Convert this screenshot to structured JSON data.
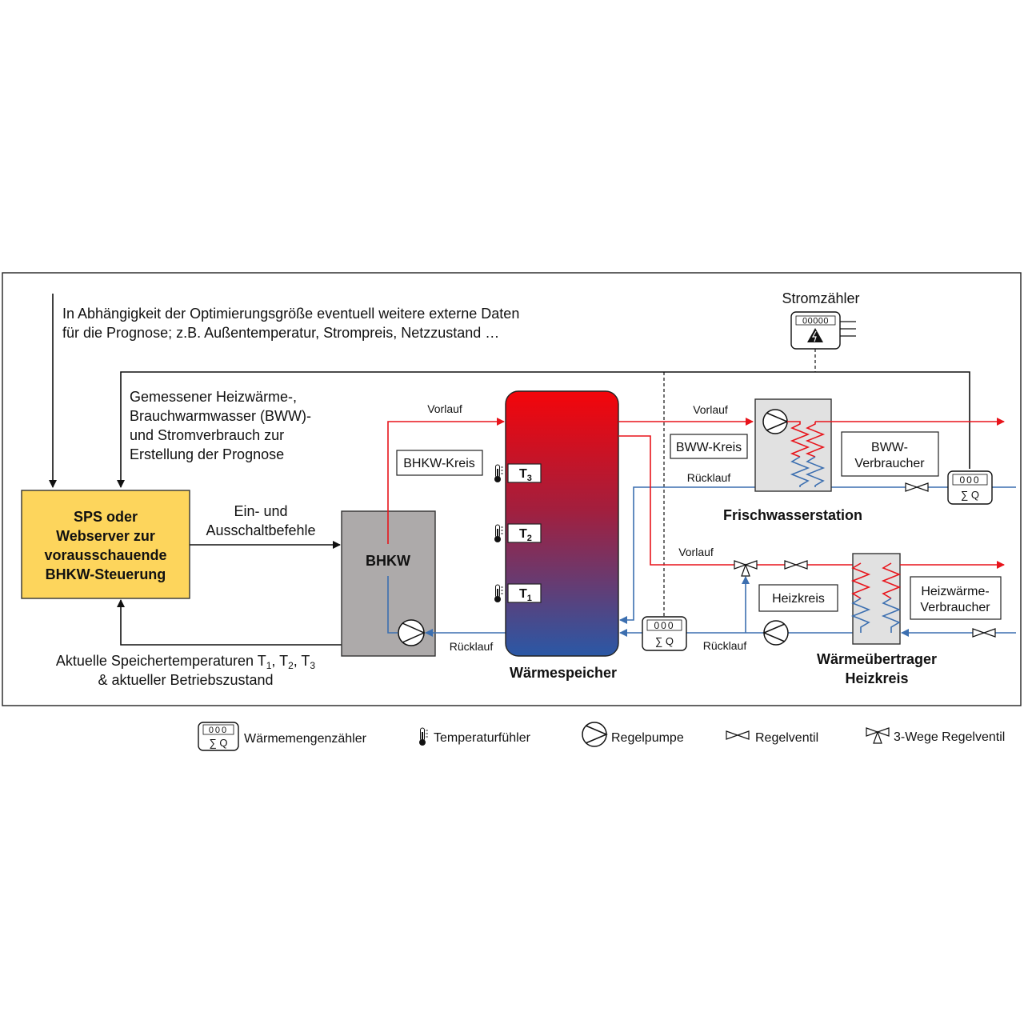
{
  "diagram": {
    "external_data_line1": "In Abhängigkeit der Optimierungsgröße eventuell weitere externe Daten",
    "external_data_line2": "für die Prognose; z.B. Außentemperatur, Strompreis, Netzzustand …",
    "measured_line1": "Gemessener Heizwärme-,",
    "measured_line2": "Brauchwarmwasser (BWW)-",
    "measured_line3": "und Stromverbrauch zur",
    "measured_line4": "Erstellung der Prognose",
    "controller_line1": "SPS oder",
    "controller_line2": "Webserver zur",
    "controller_line3": "vorausschauende",
    "controller_line4": "BHKW-Steuerung",
    "command_line1": "Ein- und",
    "command_line2": "Ausschaltbefehle",
    "bhkw_label": "BHKW",
    "bhkw_circuit": "BHKW-Kreis",
    "storage_label": "Wärmespeicher",
    "sensor_T": "T",
    "sensor_sub_3": "3",
    "sensor_sub_2": "2",
    "sensor_sub_1": "1",
    "vorlauf": "Vorlauf",
    "ruecklauf": "Rücklauf",
    "power_meter_label": "Stromzähler",
    "meter_digits_5": "00000",
    "meter_digits_3": "000",
    "meter_sum": "∑ Q",
    "bww_circuit": "BWW-Kreis",
    "bww_consumer_line1": "BWW-",
    "bww_consumer_line2": "Verbraucher",
    "fresh_water_station": "Frischwasserstation",
    "heating_circuit": "Heizkreis",
    "heat_consumer_line1": "Heizwärme-",
    "heat_consumer_line2": "Verbraucher",
    "hx_line1": "Wärmeübertrager",
    "hx_line2": "Heizkreis",
    "temps_line1_a": "Aktuelle Speichertemperaturen T",
    "temps_sub1": "1",
    "temps_sep1": ", T",
    "temps_sub2": "2",
    "temps_sep2": ", T",
    "temps_sub3": "3",
    "temps_line2": "& aktueller Betriebszustand"
  },
  "legend": {
    "heat_meter": "Wärmemengenzähler",
    "temp_sensor": "Temperaturfühler",
    "pump": "Regelpumpe",
    "valve": "Regelventil",
    "three_way_valve": "3-Wege Regelventil"
  },
  "colors": {
    "supply_red": "#e8141b",
    "return_blue": "#3c6fb0",
    "controller_fill": "#fdd55c",
    "bhkw_fill": "#adaaaa",
    "station_fill": "#e1e1e1",
    "storage_top": "#f4050a",
    "storage_bottom": "#2a58a6"
  }
}
